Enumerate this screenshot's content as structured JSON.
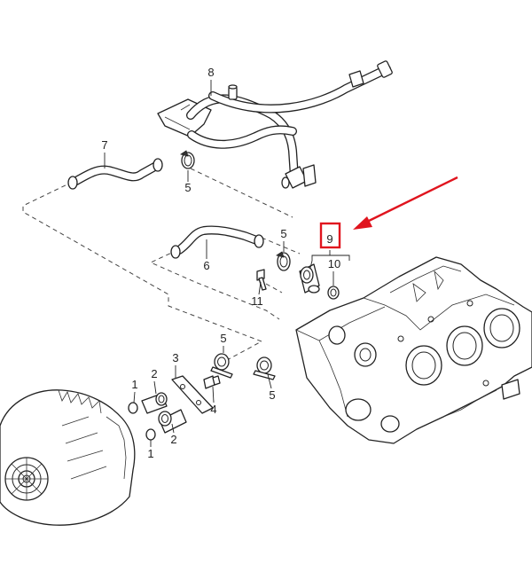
{
  "callouts": {
    "c1_top": "1",
    "c1_bottom": "1",
    "c2_top": "2",
    "c2_bottom": "2",
    "c3": "3",
    "c4": "4",
    "c5_upper": "5",
    "c5_mid": "5",
    "c5_lower_left": "5",
    "c5_lower_right": "5",
    "c6": "6",
    "c7": "7",
    "c8": "8",
    "c9": "9",
    "c10": "10",
    "c11": "11"
  },
  "highlight": {
    "color": "#e0141e",
    "target": "9"
  }
}
